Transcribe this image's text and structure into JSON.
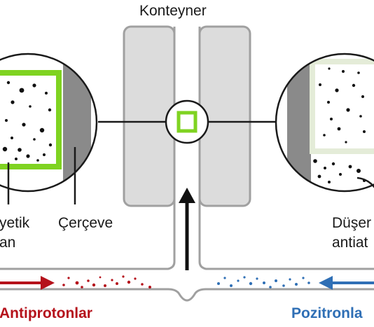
{
  "labels": {
    "container": "Konteyner",
    "magnetic_line1": "yetik",
    "magnetic_line2": "an",
    "frame": "Çerçeve",
    "falling_line1": "Düşer",
    "falling_line2": "antiat",
    "antiprotons": "Antiprotonlar",
    "positrons": "Pozitronla"
  },
  "colors": {
    "frame_green": "#7fd321",
    "frame_pale": "#e4ecd8",
    "container_fill": "#dcdcdc",
    "container_stroke": "#a0a0a0",
    "antiproton_red": "#b5121b",
    "positron_blue": "#2f6fb5",
    "line_dark": "#1a1a1a",
    "wall_gray": "#8a8a8a"
  },
  "icons": {
    "antiproton_arrow": "arrow-right-icon",
    "positron_arrow": "arrow-left-icon",
    "upward_arrow": "arrow-up-icon"
  }
}
